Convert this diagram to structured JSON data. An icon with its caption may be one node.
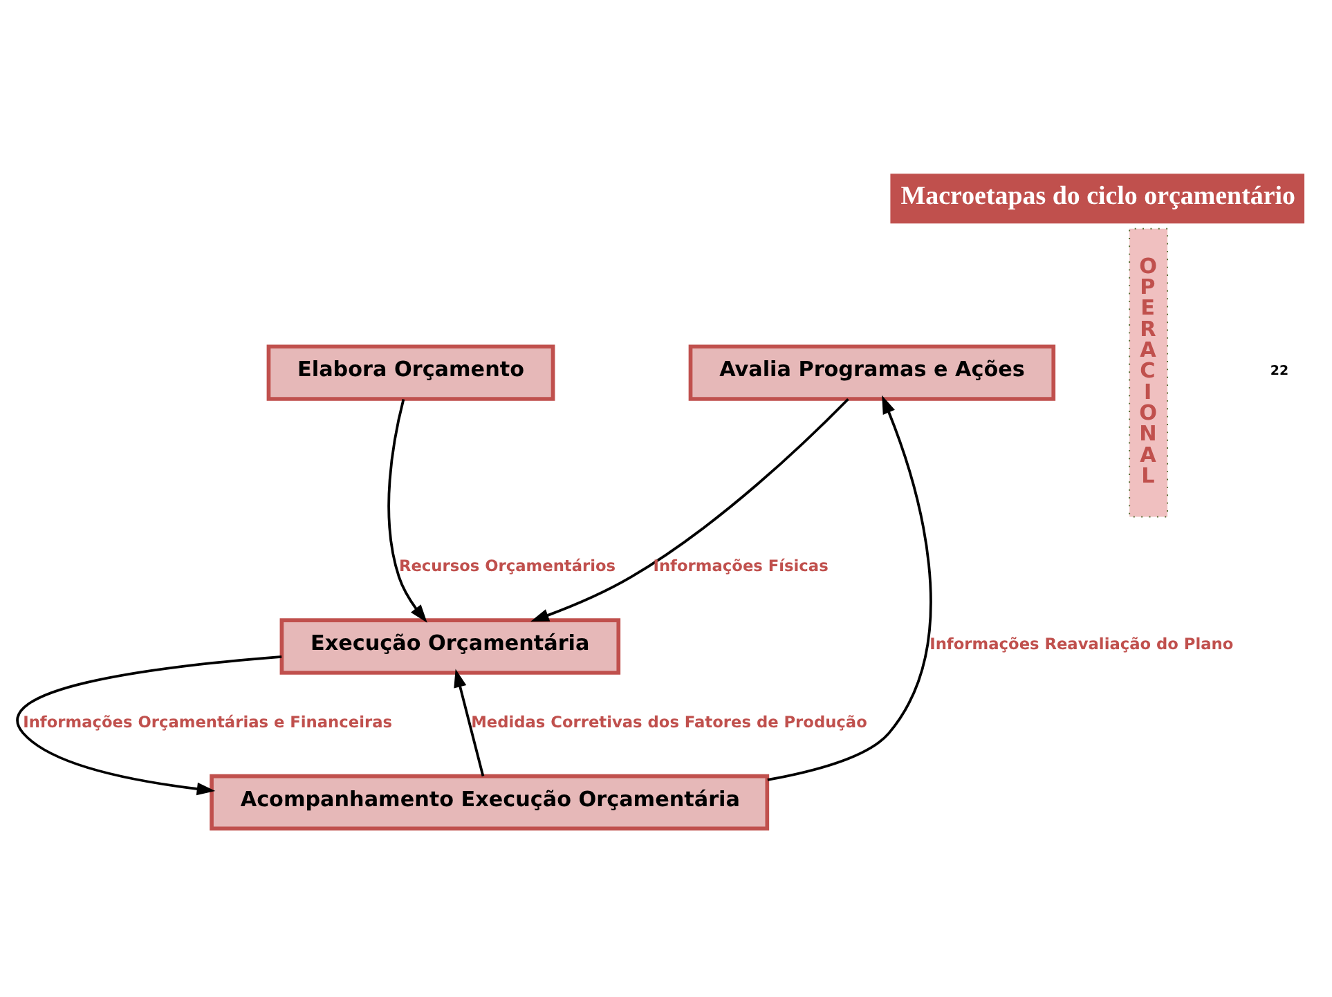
{
  "diagram": {
    "title": "Macroetapas do ciclo orçamentário",
    "nodes": [
      {
        "text": [
          "Elabora Orçamento"
        ]
      },
      {
        "text": [
          "Avalia Programas e Ações"
        ]
      },
      {
        "text": [
          "Execução Orçamentária"
        ]
      },
      {
        "text": [
          "Acompanhamento Execução Orçamentária"
        ]
      },
      {
        "text": [
          "OPERACIONAL"
        ]
      }
    ],
    "edges": [
      {
        "from": 0,
        "to": 2,
        "arrow": "to",
        "label": "Recursos Orçamentários"
      },
      {
        "from": 1,
        "to": 2,
        "arrow": "to",
        "label": "Informações Físicas"
      },
      {
        "from": 2,
        "to": 3,
        "arrow": "to",
        "label": "Informações Orçamentárias e Financeiras"
      },
      {
        "from": 3,
        "to": 2,
        "arrow": "to",
        "label": "Medidas Corretivas dos Fatores de Produção"
      },
      {
        "from": 3,
        "to": 1,
        "arrow": "to",
        "label": "Informações Reavaliação do Plano"
      }
    ],
    "labels": [
      "22"
    ]
  }
}
